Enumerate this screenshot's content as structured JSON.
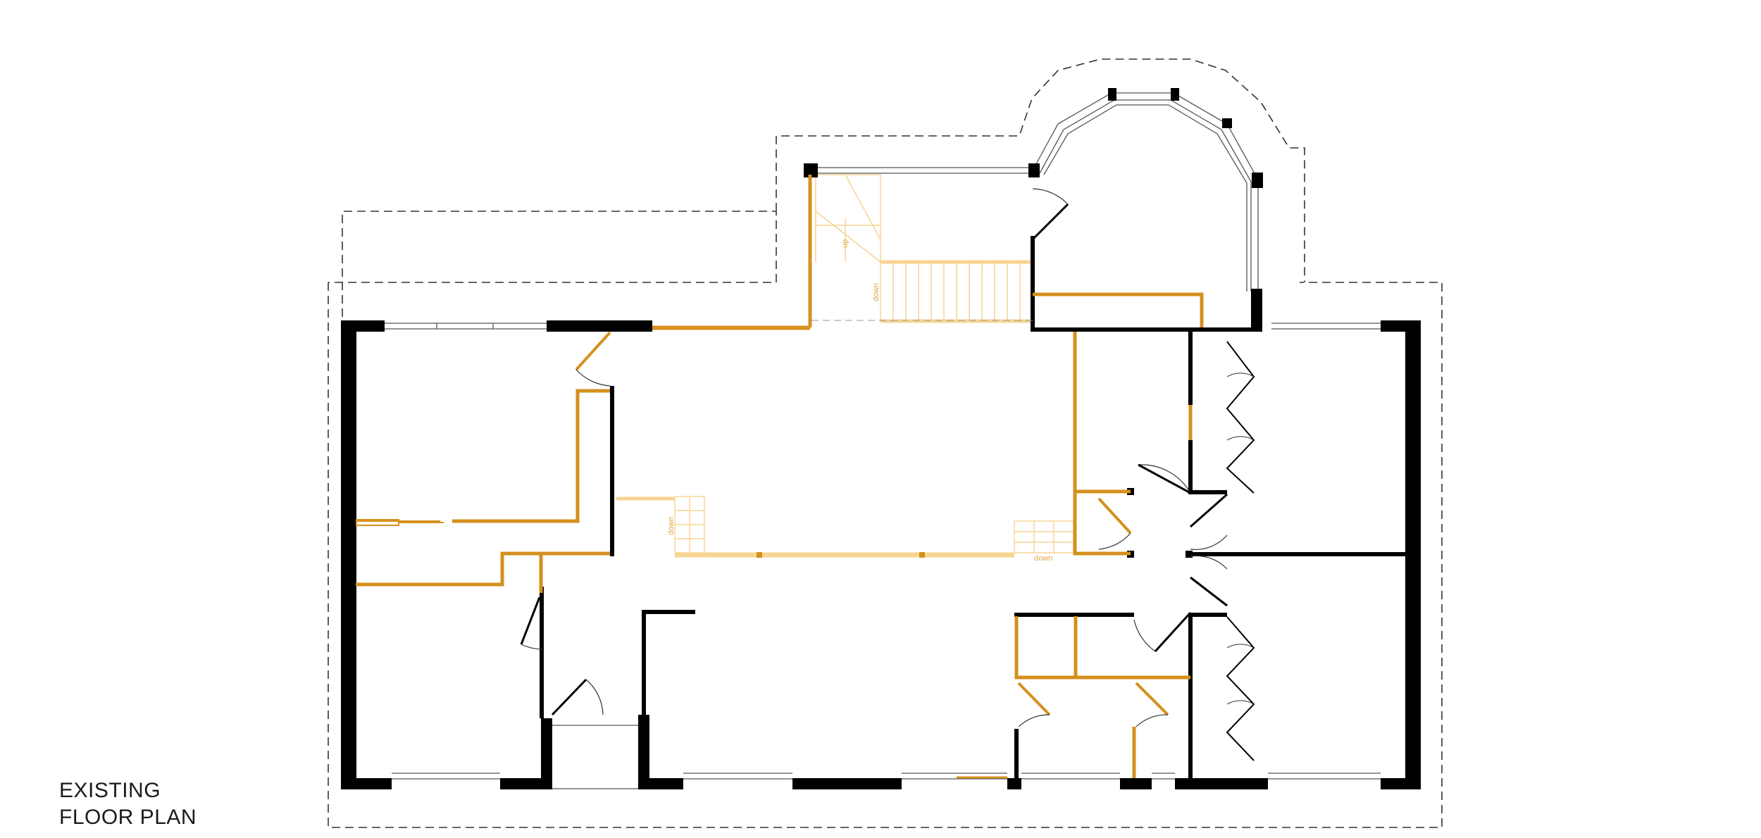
{
  "drawing": {
    "title_line1": "EXISTING",
    "title_line2": "FLOOR PLAN"
  },
  "stair_labels": {
    "up": "up",
    "down_upper": "down",
    "down_left": "down",
    "down_right": "down"
  },
  "colors": {
    "existing_wall": "#000000",
    "partition_wall": "#d4901e",
    "stair": "#f7d490",
    "outline": "#333333",
    "window": "#555555"
  }
}
